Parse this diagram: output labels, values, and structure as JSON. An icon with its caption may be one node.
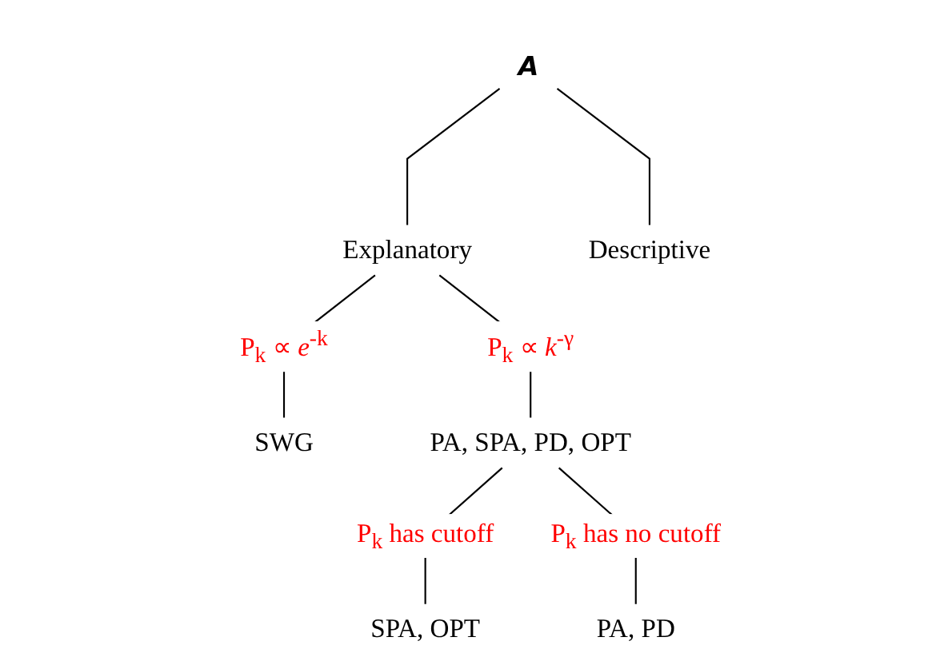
{
  "diagram": {
    "nodes": [
      {
        "text": [
          "A"
        ]
      },
      {
        "text": [
          "Explanatory"
        ]
      },
      {
        "text": [
          "Descriptive"
        ]
      },
      {
        "text": [
          "SWG"
        ]
      },
      {
        "text": [
          "PA, SPA, PD, OPT"
        ]
      },
      {
        "text": [
          "SPA, OPT"
        ]
      },
      {
        "text": [
          "PA, PD"
        ]
      }
    ],
    "edges": [
      {
        "from": 0,
        "to": 1,
        "arrow": "none"
      },
      {
        "from": 0,
        "to": 2,
        "arrow": "none"
      },
      {
        "from": 1,
        "to": 3,
        "arrow": "none",
        "label": "P$_{k}$ ∝ *e*$^{-k}$"
      },
      {
        "from": 1,
        "to": 4,
        "arrow": "none",
        "label": "P$_{k}$ ∝ *k*$^{-γ}$"
      },
      {
        "from": 4,
        "to": 5,
        "arrow": "none",
        "label": "P$_{k}$ has cutoff"
      },
      {
        "from": 4,
        "to": 6,
        "arrow": "none",
        "label": "P$_{k}$ has no cutoff"
      }
    ]
  }
}
